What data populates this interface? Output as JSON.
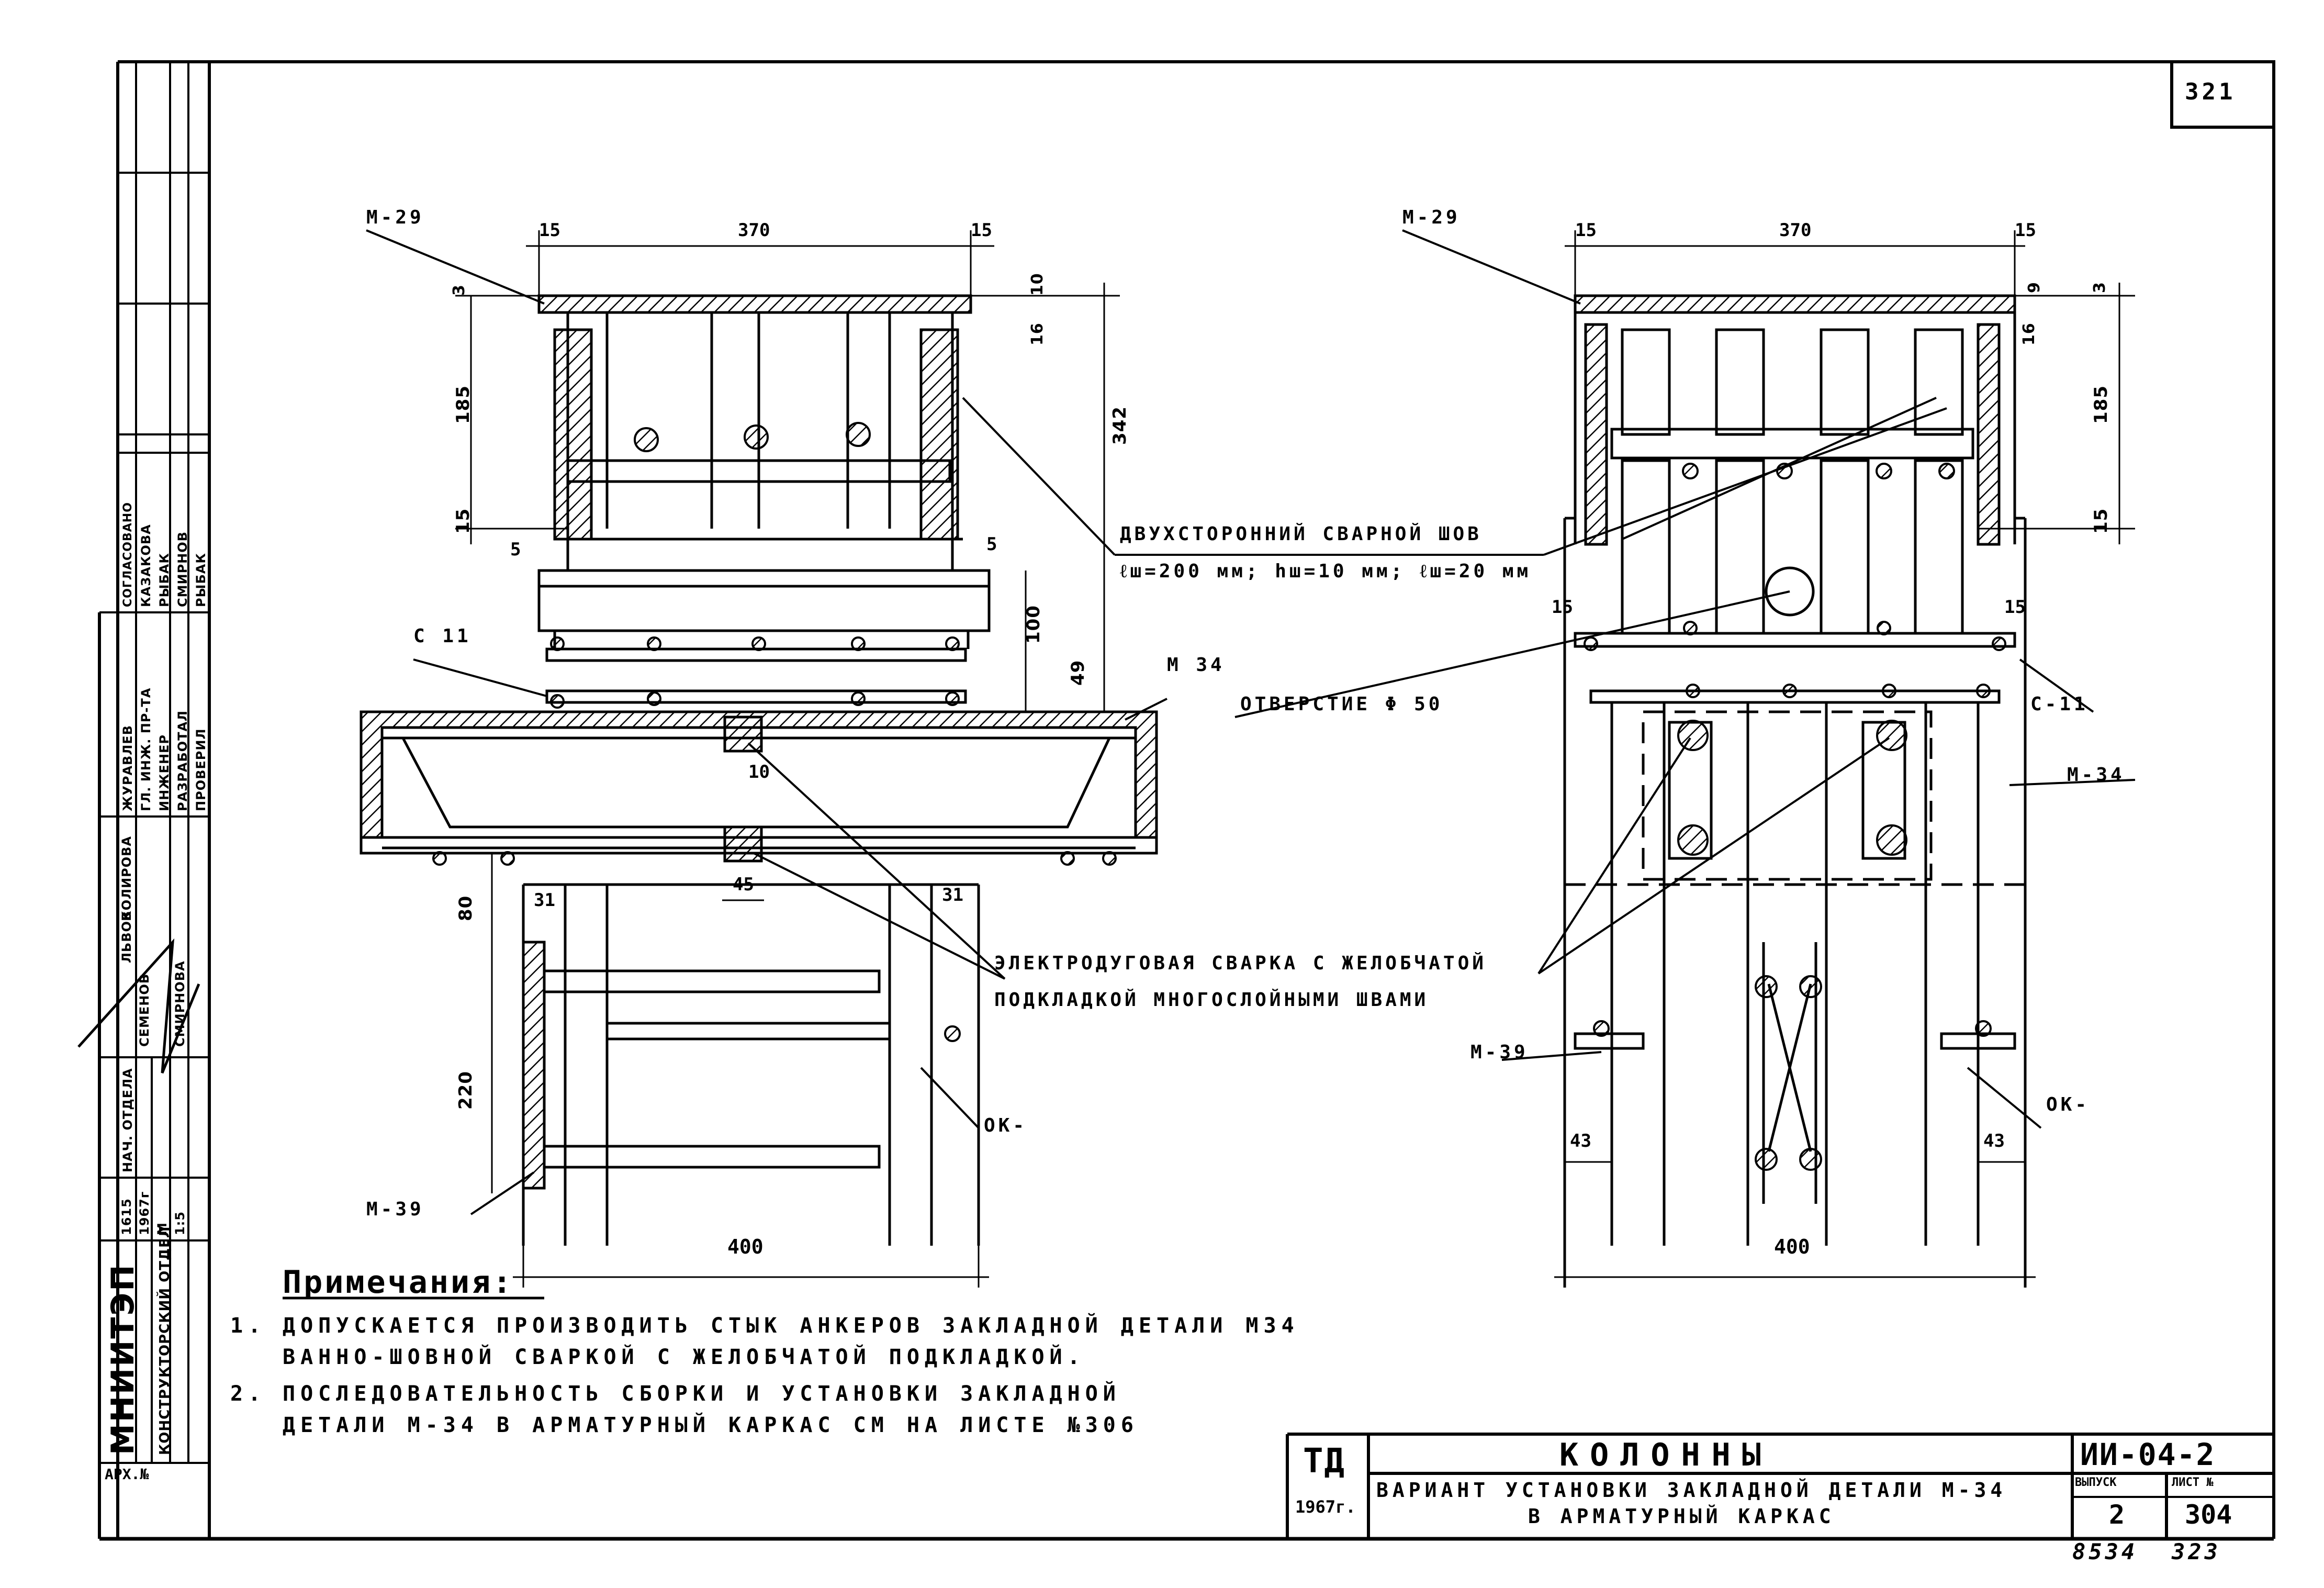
{
  "sheet": {
    "corner_number": "321",
    "bottom_numbers": [
      "8534",
      "323"
    ]
  },
  "side_stamp": {
    "org": "МНИИТЭП",
    "dept": "КОНСТРУКТОРСКИЙ ОТДЕЛ",
    "arch": "АРХ.№",
    "year": "1967г",
    "num": "1615",
    "scale_label": "М",
    "scale": "1:5",
    "agreed": "СОГЛАСОВАНО",
    "rows": [
      {
        "role": "ПРОВЕРИЛ",
        "name": "РЫБАК"
      },
      {
        "role": "РАЗРАБОТАЛ",
        "name": "СМИРНОВ"
      },
      {
        "role": "ИНЖЕНЕР",
        "name": "РЫБАК"
      },
      {
        "role": "ГЛ. ИНЖ. ПР-ТА",
        "name": "КАЗАКОВА"
      },
      {
        "role": "НАЧ. ОТДЕЛА",
        "name": "ЖУРАВЛЕВ"
      }
    ],
    "extra_names": [
      "ЛЬВОВ",
      "СЕМЕНОВ",
      "КОЛИРОВА",
      "СМИРНОВА"
    ]
  },
  "left_view": {
    "dims": {
      "top_w": "370",
      "left_gap": "15",
      "right_gap": "15",
      "h185": "185",
      "h15": "15",
      "h3": "3",
      "h10": "10",
      "h16": "16",
      "h342": "342",
      "h100": "100",
      "h49": "49",
      "gap5a": "5",
      "gap5b": "5",
      "w10": "10",
      "w45": "45",
      "h80": "80",
      "w31a": "31",
      "w31b": "31",
      "h220": "220",
      "bottom_w": "400"
    },
    "labels": {
      "m29": "М-29",
      "c11": "С 11",
      "m34": "М 34",
      "m39": "М-39",
      "ok": "ОК-"
    }
  },
  "right_view": {
    "dims": {
      "top_w": "370",
      "left_gap": "15",
      "right_gap": "15",
      "h185": "185",
      "h15": "15",
      "h9": "9",
      "h3": "3",
      "h16": "16",
      "g15a": "15",
      "g15b": "15",
      "w43a": "43",
      "w43b": "43",
      "bottom_w": "400"
    },
    "labels": {
      "m29": "М-29",
      "c11": "С-11",
      "m34": "М-34",
      "m39": "М-39",
      "ok": "ОК-"
    }
  },
  "callouts": {
    "weld_line1": "ДВУХСТОРОННИЙ СВАРНОЙ ШОВ",
    "weld_line2": "ℓш=200 мм; hш=10 мм; ℓш=20 мм",
    "hole": "ОТВЕРСТИЕ Φ 50",
    "arc_line1": "ЭЛЕКТРОДУГОВАЯ СВАРКА С ЖЕЛОБЧАТОЙ",
    "arc_line2": "ПОДКЛАДКОЙ МНОГОСЛОЙНЫМИ ШВАМИ"
  },
  "notes": {
    "title": "Примечания:",
    "items": [
      {
        "num": "1.",
        "line1": "ДОПУСКАЕТСЯ ПРОИЗВОДИТЬ СТЫК АНКЕРОВ ЗАКЛАДНОЙ ДЕТАЛИ М34",
        "line2": "ВАННО-ШОВНОЙ СВАРКОЙ С ЖЕЛОБЧАТОЙ ПОДКЛАДКОЙ."
      },
      {
        "num": "2.",
        "line1": "ПОСЛЕДОВАТЕЛЬНОСТЬ СБОРКИ И УСТАНОВКИ ЗАКЛАДНОЙ",
        "line2": "ДЕТАЛИ М-34 В АРМАТУРНЫЙ КАРКАС СМ НА ЛИСТЕ №306"
      }
    ]
  },
  "title_block": {
    "td": "ТД",
    "year": "1967г.",
    "title": "КОЛОННЫ",
    "subtitle1": "ВАРИАНТ УСТАНОВКИ ЗАКЛАДНОЙ ДЕТАЛИ М-34",
    "subtitle2": "В АРМАТУРНЫЙ КАРКАС",
    "code": "ИИ-04-2",
    "issue_label": "ВЫПУСК",
    "sheet_label": "ЛИСТ №",
    "issue": "2",
    "sheet": "304"
  }
}
